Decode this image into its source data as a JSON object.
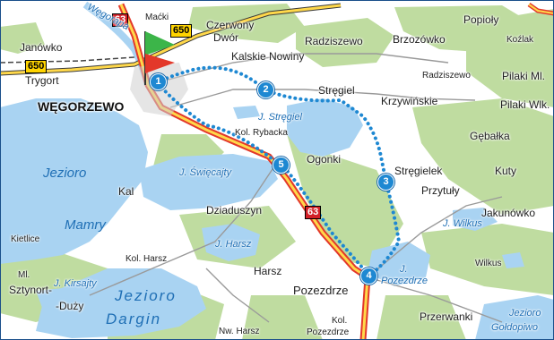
{
  "places": {
    "macki": "Maćki",
    "czerwony": "Czerwony",
    "dwor": "Dwór",
    "janowko": "Janówko",
    "trygort": "Trygort",
    "kalskie": "Kalskie Nowiny",
    "radziszewo": "Radziszewo",
    "brzozowko": "Brzozówko",
    "popioly": "Popioły",
    "kozlak": "Koźlak",
    "radziszewo2": "Radziszewo",
    "pilaki_ml": "Pilaki Ml.",
    "wegorzewo": "WĘGORZEWO",
    "stregiel": "Stręgiel",
    "krzywinskie": "Krzywińskie",
    "pilaki_wlk": "Pilaki Wlk.",
    "kol_rybacka": "Kol. Rybacka",
    "gebalka": "Gębałka",
    "ogonki": "Ogonki",
    "stregielek": "Stręgielek",
    "kuty": "Kuty",
    "przytuly": "Przytuły",
    "kal": "Kal",
    "dziaduszyn": "Dziaduszyn",
    "jakunowko": "Jakunówko",
    "kietlice": "Kietlice",
    "kol_harsz": "Kol. Harsz",
    "harsz": "Harsz",
    "wilkus": "Wilkus",
    "ml": "Ml.",
    "sztynort": "Sztynort-",
    "duzy": "-Duży",
    "pozezdrze": "Pozezdrze",
    "przerwanki": "Przerwanki",
    "nw_harsz": "Nw. Harsz",
    "kol": "Kol.",
    "pozezdrze2": "Pozezdrze"
  },
  "water": {
    "wegorapa": "Węgorapa",
    "j_stregiel": "J. Stręgiel",
    "j_swiecajty": "J. Święcajty",
    "jezioro1": "Jezioro",
    "mamry": "Mamry",
    "j_harsz": "J. Harsz",
    "j_wilkus": "J. Wilkus",
    "j_kirsajty": "J. Kirsajty",
    "j_poz_1": "J.",
    "j_poz_2": "Pozezdrze",
    "jezioro2": "Jezioro",
    "dargin": "Dargin",
    "jez3": "Jezioro",
    "goldopiwo": "Gołdopiwo"
  },
  "roads": {
    "r63_top": "63",
    "r650_top": "650",
    "r650_left": "650",
    "r63_mid": "63"
  },
  "waypoints": [
    "1",
    "2",
    "3",
    "4",
    "5"
  ],
  "colors": {
    "lake": "#a9d3f2",
    "forest": "#bfdca0",
    "land": "#ffffff",
    "route": "#1e88d2",
    "road_main": "#e3382a",
    "road_fill": "#ffd84a",
    "flag_green": "#3cb549",
    "flag_red": "#e3382a"
  }
}
